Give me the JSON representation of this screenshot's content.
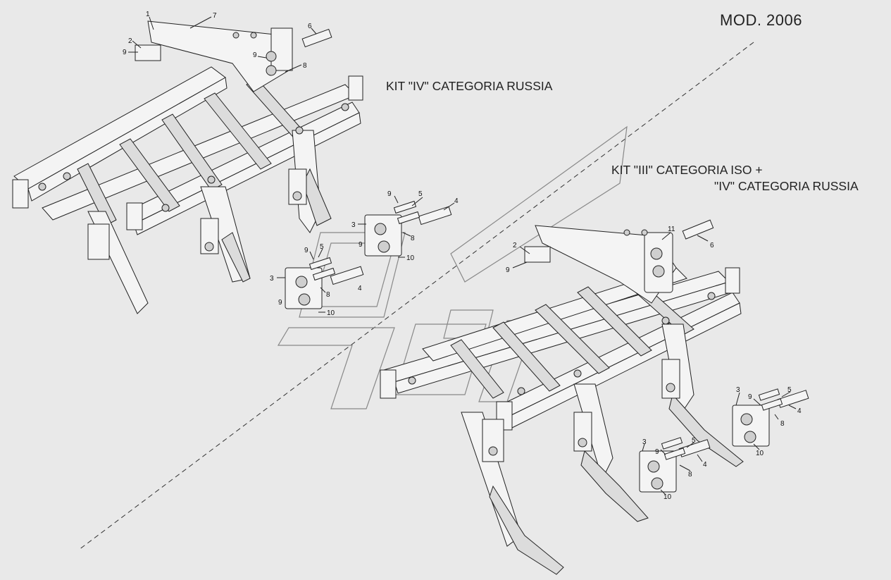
{
  "titles": {
    "model": "MOD. 2006",
    "kit_iv": "KIT \"IV\" CATEGORIA RUSSIA",
    "kit_iii_line1": "KIT \"III\" CATEGORIA ISO +",
    "kit_iii_line2": "\"IV\" CATEGORIA RUSSIA"
  },
  "callouts": {
    "top_left": [
      "1",
      "7",
      "2",
      "9",
      "6",
      "9",
      "8"
    ],
    "top_mid_kit": [
      "9",
      "5",
      "4",
      "3",
      "9",
      "8",
      "10"
    ],
    "mid_left_kit": [
      "9",
      "5",
      "3",
      "8",
      "4",
      "9",
      "10"
    ],
    "right_top": [
      "2",
      "9",
      "11",
      "6"
    ],
    "right_kit_a": [
      "3",
      "9",
      "5",
      "4",
      "8",
      "10"
    ],
    "right_kit_b": [
      "3",
      "9",
      "5",
      "4",
      "8",
      "10"
    ]
  }
}
